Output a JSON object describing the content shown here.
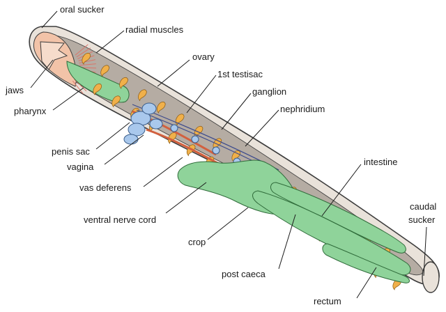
{
  "labels": {
    "oral_sucker": "oral sucker",
    "radial_muscles": "radial muscles",
    "ovary": "ovary",
    "first_testisac": "1st testisac",
    "ganglion": "ganglion",
    "nephridium": "nephridium",
    "jaws": "jaws",
    "pharynx": "pharynx",
    "penis_sac": "penis sac",
    "vagina": "vagina",
    "vas_deferens": "vas deferens",
    "ventral_nerve_cord": "ventral nerve cord",
    "crop": "crop",
    "intestine": "intestine",
    "post_caeca": "post caeca",
    "rectum": "rectum",
    "caudal": "caudal",
    "sucker": "sucker"
  },
  "colors": {
    "body_outline": "#3c3c3c",
    "body_wall": "#e9e2da",
    "body_cavity": "#b5aca3",
    "oral_region": "#f2c3a8",
    "radial_muscle": "#d9756a",
    "gut": "#8fd39a",
    "gut_outline": "#2f6b3a",
    "nephridia": "#f0b04a",
    "reproductive": "#a9c8ec",
    "vas_deferens": "#d2603f",
    "nerve_cord": "#3c4a8c",
    "leader_line": "#1a1a1a"
  }
}
